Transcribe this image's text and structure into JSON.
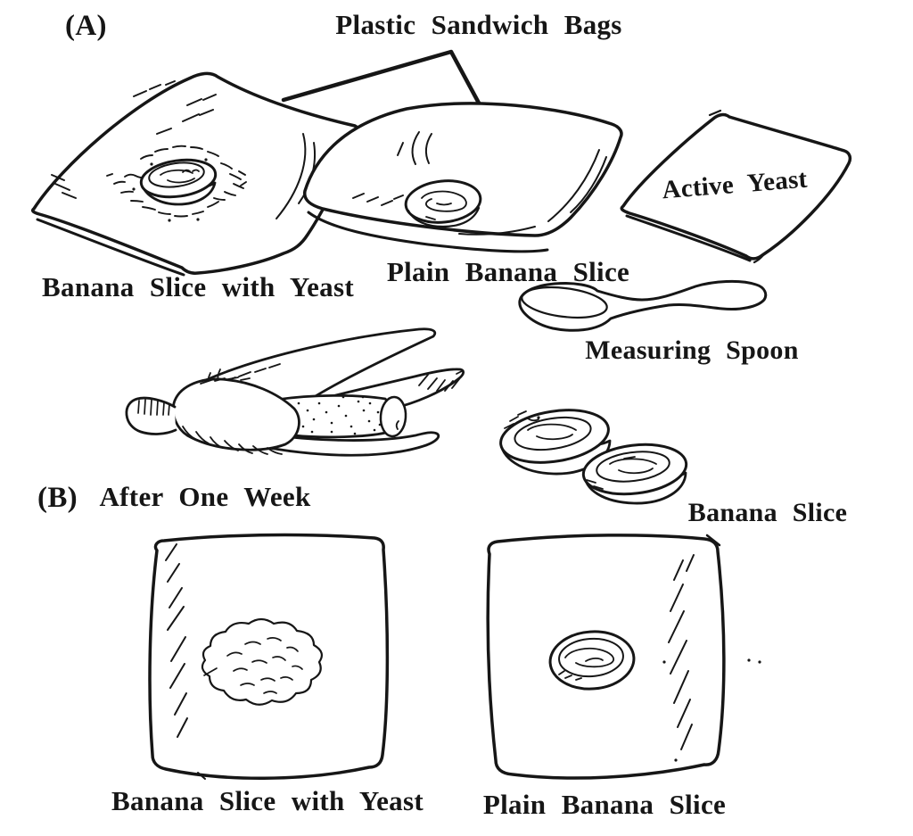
{
  "palette": {
    "ink": "#161616",
    "background": "#ffffff"
  },
  "section_a": {
    "label": "(A)",
    "title": "Plastic Sandwich Bags",
    "items": {
      "bag_with_yeast": {
        "label": "Banana Slice with Yeast"
      },
      "bag_plain": {
        "label": "Plain Banana Slice"
      },
      "yeast_packet": {
        "label": "Active Yeast"
      },
      "spoon": {
        "label": "Measuring Spoon"
      },
      "banana_slices": {
        "label": "Banana Slice"
      }
    }
  },
  "section_b": {
    "label": "(B)",
    "title": "After One Week",
    "items": {
      "bag_with_yeast": {
        "label": "Banana Slice with Yeast"
      },
      "bag_plain": {
        "label": "Plain Banana Slice"
      }
    }
  }
}
